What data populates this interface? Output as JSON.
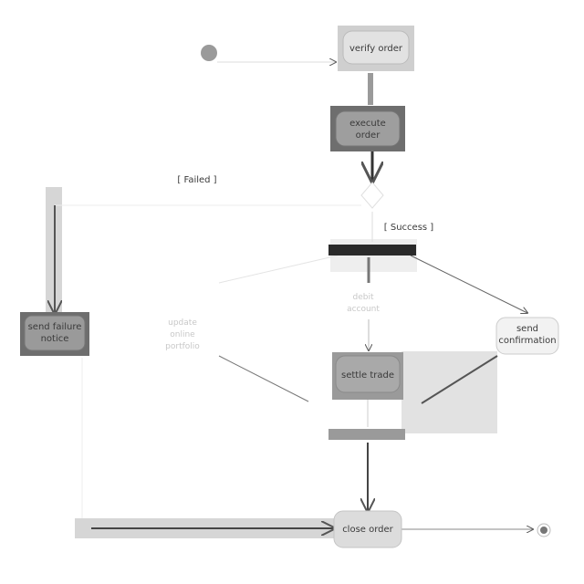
{
  "nodes": {
    "verify_order": {
      "label": "verify order"
    },
    "execute_order": {
      "line1": "execute",
      "line2": "order"
    },
    "send_failure_notice": {
      "line1": "send failure",
      "line2": "notice"
    },
    "send_confirmation": {
      "line1": "send",
      "line2": "confirmation"
    },
    "settle_trade": {
      "label": "settle trade"
    },
    "close_order": {
      "label": "close order"
    },
    "debit_account": {
      "line1": "debit",
      "line2": "account"
    },
    "update_online_portfolio": {
      "line1": "update",
      "line2": "online",
      "line3": "portfolio"
    }
  },
  "guards": {
    "failed": "[ Failed ]",
    "success": "[ Success ]"
  },
  "colors": {
    "action_light": "#d8d8d8",
    "action_dark": "#8f8f8f",
    "bar": "#2a2a2a",
    "bar_light": "#9a9a9a",
    "edge": "#555555"
  }
}
